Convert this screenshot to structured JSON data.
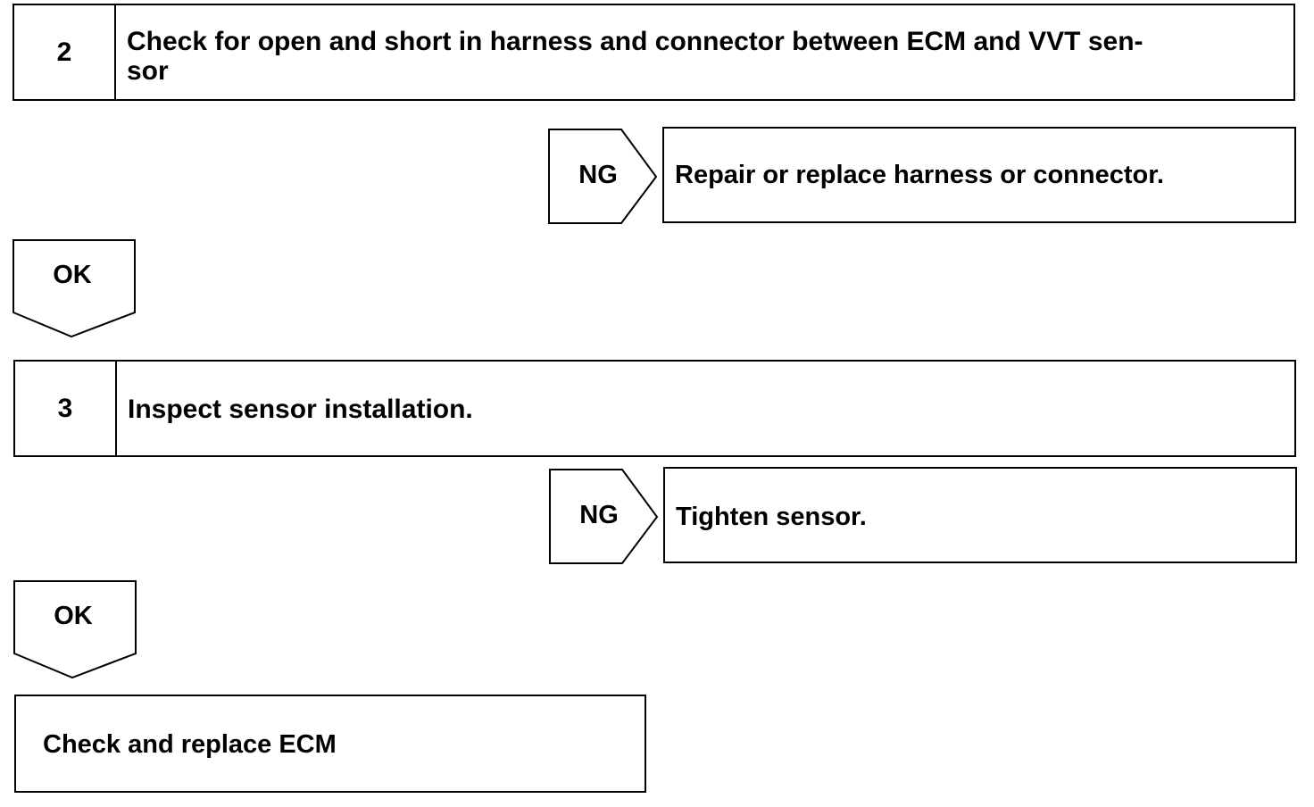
{
  "steps": [
    {
      "number": "2",
      "text_line1": "Check for open and short in harness and connector between ECM and VVT sen-",
      "text_line2": "sor",
      "ng_label": "NG",
      "ng_action": "Repair or replace harness or connector.",
      "ok_label": "OK"
    },
    {
      "number": "3",
      "text": "Inspect sensor installation.",
      "ng_label": "NG",
      "ng_action": "Tighten sensor.",
      "ok_label": "OK"
    }
  ],
  "final_action": "Check and replace ECM"
}
